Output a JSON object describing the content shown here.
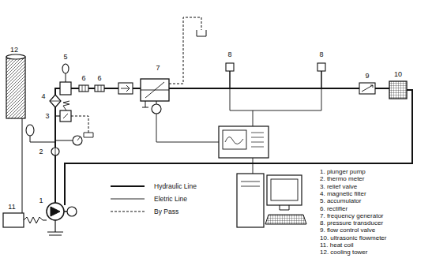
{
  "diagram": {
    "labels": [
      "12",
      "8",
      "8",
      "5",
      "7",
      "9",
      "10",
      "6",
      "6",
      "4",
      "3",
      "2",
      "1",
      "11",
      "1. plunger pump",
      "2. thermo meter",
      "3. relief valve",
      "4. magnetic filter",
      "5. accumulator",
      "6. rectifier",
      "7. frequency generator",
      "8. pressure transducer",
      "9. flow control valve",
      "10. ultrasonic flowmeter",
      "11. heat coil",
      "12. cooling tower"
    ],
    "legend": [
      {
        "text": "Hydraulic Line"
      },
      {
        "text": "Eletric Line"
      },
      {
        "text": "By Pass"
      }
    ]
  }
}
